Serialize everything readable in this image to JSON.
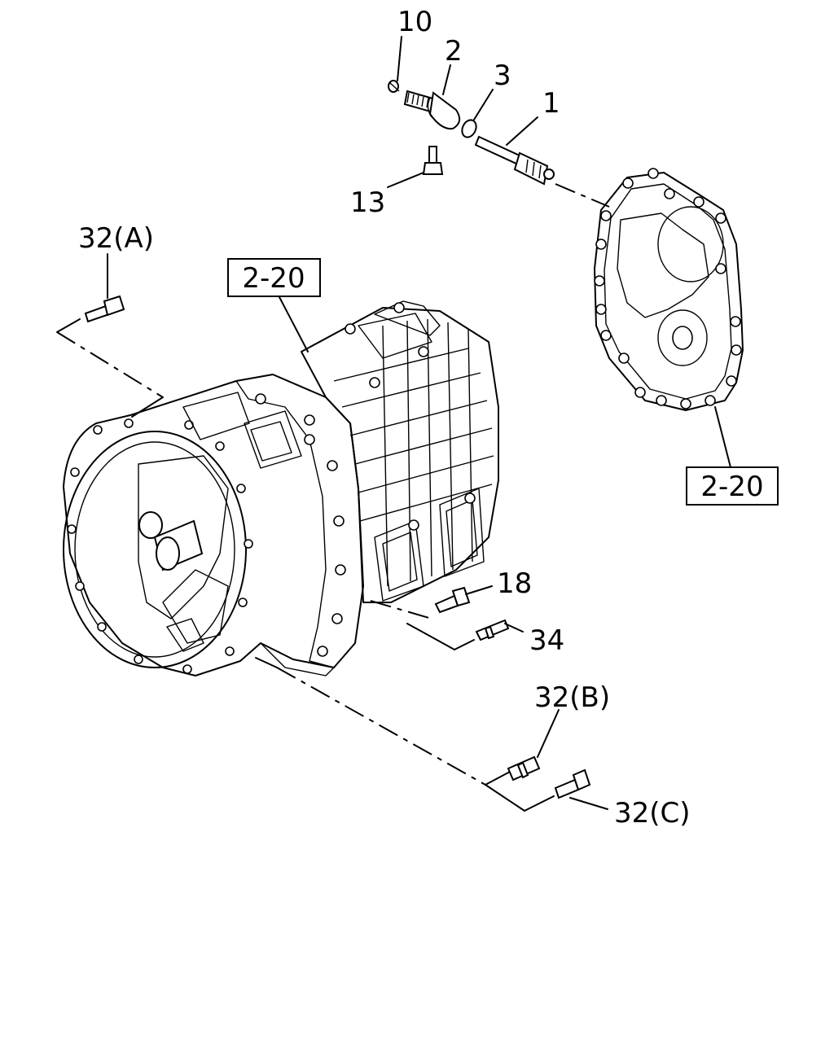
{
  "callouts": {
    "p10": "10",
    "p2": "2",
    "p3": "3",
    "p1": "1",
    "p13": "13",
    "p32a": "32(A)",
    "ref_top": "2-20",
    "ref_right": "2-20",
    "p18": "18",
    "p34": "34",
    "p32b": "32(B)",
    "p32c": "32(C)"
  }
}
